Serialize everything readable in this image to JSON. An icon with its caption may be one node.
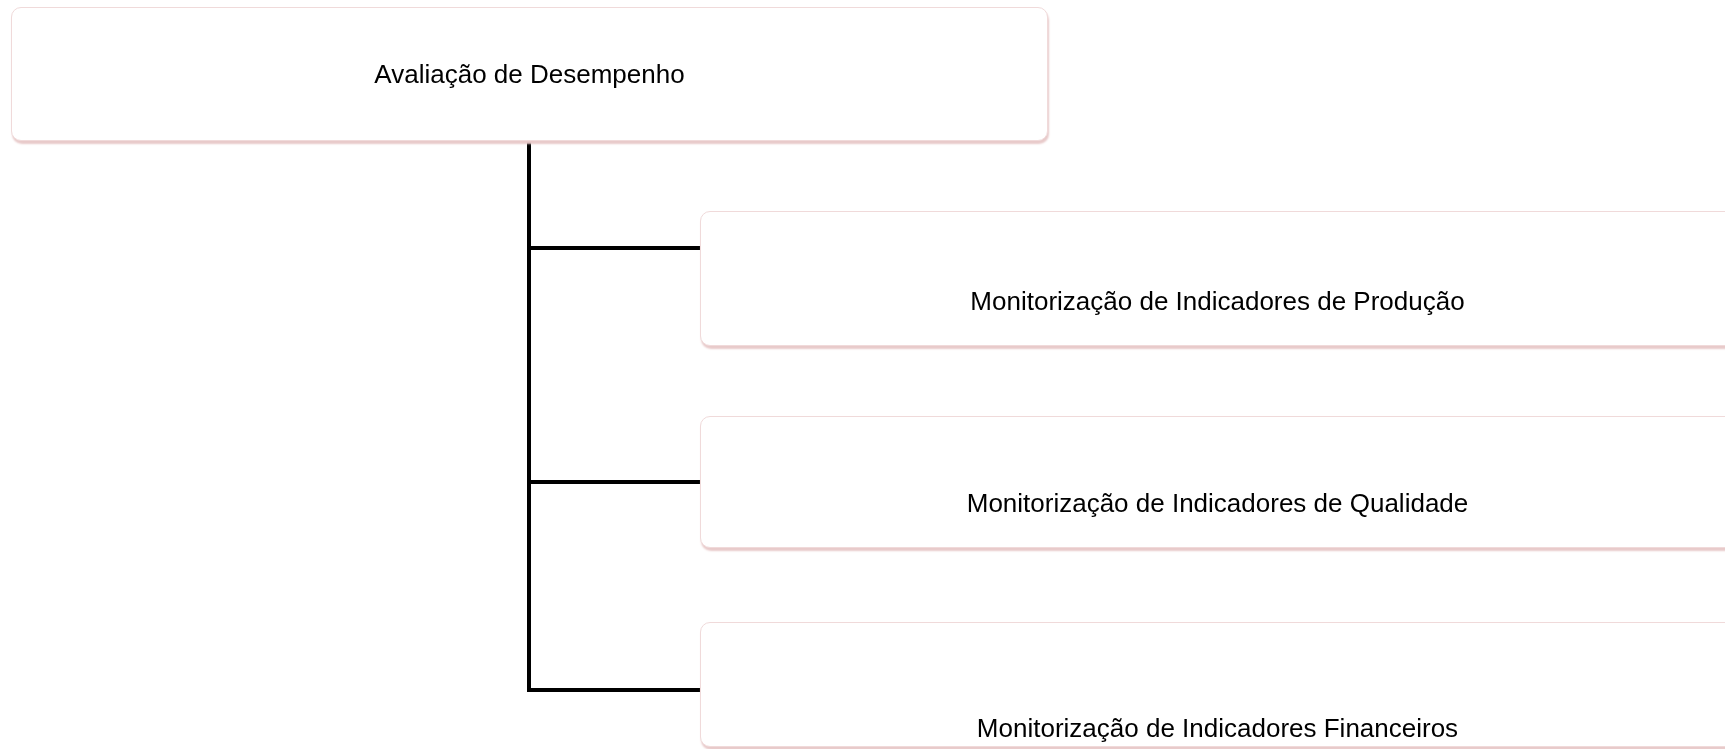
{
  "diagram": {
    "nodes": [
      {
        "text": [
          "Avaliação de Desempenho"
        ]
      },
      {
        "text": [
          "Monitorização de Indicadores de Produção"
        ]
      },
      {
        "text": [
          "Monitorização de Indicadores de Qualidade"
        ]
      },
      {
        "text": [
          "Monitorização de Indicadores Financeiros"
        ]
      }
    ],
    "edges": [
      {
        "from": 0,
        "to": 1,
        "arrow": "none"
      },
      {
        "from": 0,
        "to": 2,
        "arrow": "none"
      },
      {
        "from": 0,
        "to": 3,
        "arrow": "none"
      }
    ]
  }
}
